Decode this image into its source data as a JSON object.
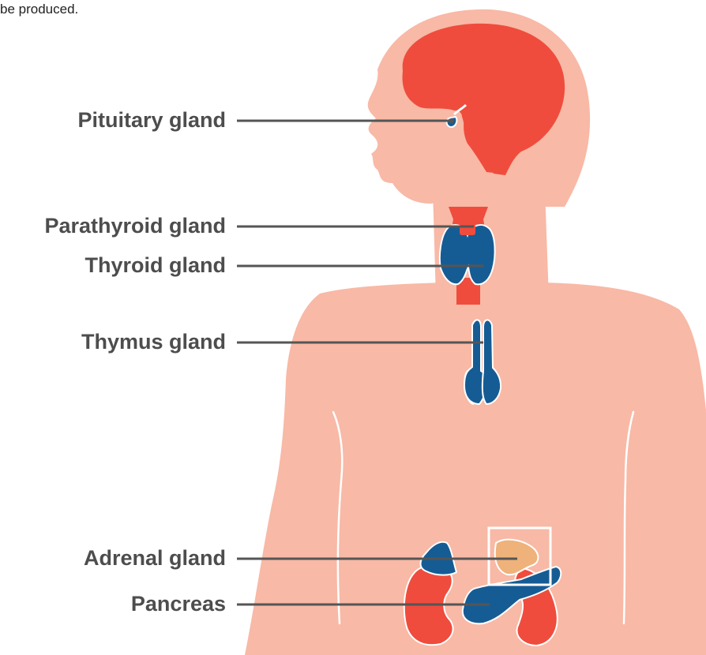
{
  "intro_text": "be produced.",
  "labels": {
    "pituitary": "Pituitary gland",
    "parathyroid": "Parathyroid gland",
    "thyroid": "Thyroid gland",
    "thymus": "Thymus gland",
    "adrenal": "Adrenal gland",
    "pancreas": "Pancreas"
  },
  "colors": {
    "skin": "#f8b9a6",
    "organ_red": "#ef4c3d",
    "gland_blue": "#165c94",
    "adrenal_tan": "#eeb27a",
    "leader_line": "#555555",
    "label_text": "#4d4d4d"
  }
}
